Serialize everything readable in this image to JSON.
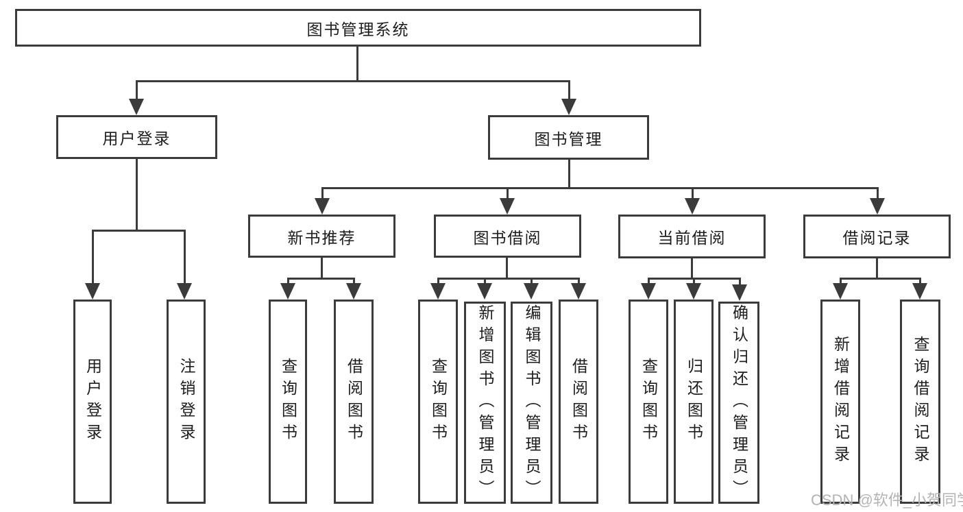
{
  "title_box": "图书管理系统",
  "user_branch": {
    "label": "用户登录",
    "children": [
      "用户登录",
      "注销登录"
    ]
  },
  "book_branch": {
    "label": "图书管理",
    "groups": [
      {
        "label": "新书推荐",
        "children": [
          "查询图书",
          "借阅图书"
        ]
      },
      {
        "label": "图书借阅",
        "children": [
          "查询图书",
          "新增图书（管理员）",
          "编辑图书（管理员）",
          "借阅图书"
        ]
      },
      {
        "label": "当前借阅",
        "children": [
          "查询图书",
          "归还图书",
          "确认归还（管理员）"
        ]
      },
      {
        "label": "借阅记录",
        "children": [
          "新增借阅记录",
          "查询借阅记录"
        ]
      }
    ]
  },
  "watermark": "CSDN @软件_小贺同学",
  "colors": {
    "line": "#3b3b3b",
    "text": "#1d1d1d",
    "wm": "#b3b3b3",
    "bg": "#ffffff"
  }
}
